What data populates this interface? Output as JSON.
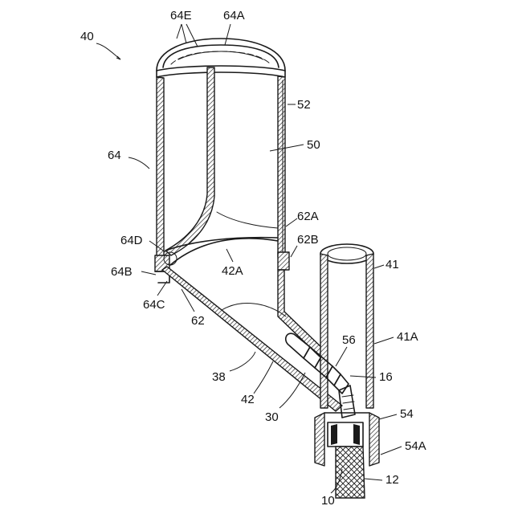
{
  "figure": {
    "labels": {
      "r40": "40",
      "r64E": "64E",
      "r64A": "64A",
      "r52": "52",
      "r50": "50",
      "r64": "64",
      "r62A": "62A",
      "r62B": "62B",
      "r64D": "64D",
      "r42A": "42A",
      "r41": "41",
      "r64B": "64B",
      "r64C": "64C",
      "r62": "62",
      "r56": "56",
      "r41A": "41A",
      "r16": "16",
      "r38": "38",
      "r42": "42",
      "r30": "30",
      "r54": "54",
      "r54A": "54A",
      "r12": "12",
      "r10": "10"
    }
  }
}
